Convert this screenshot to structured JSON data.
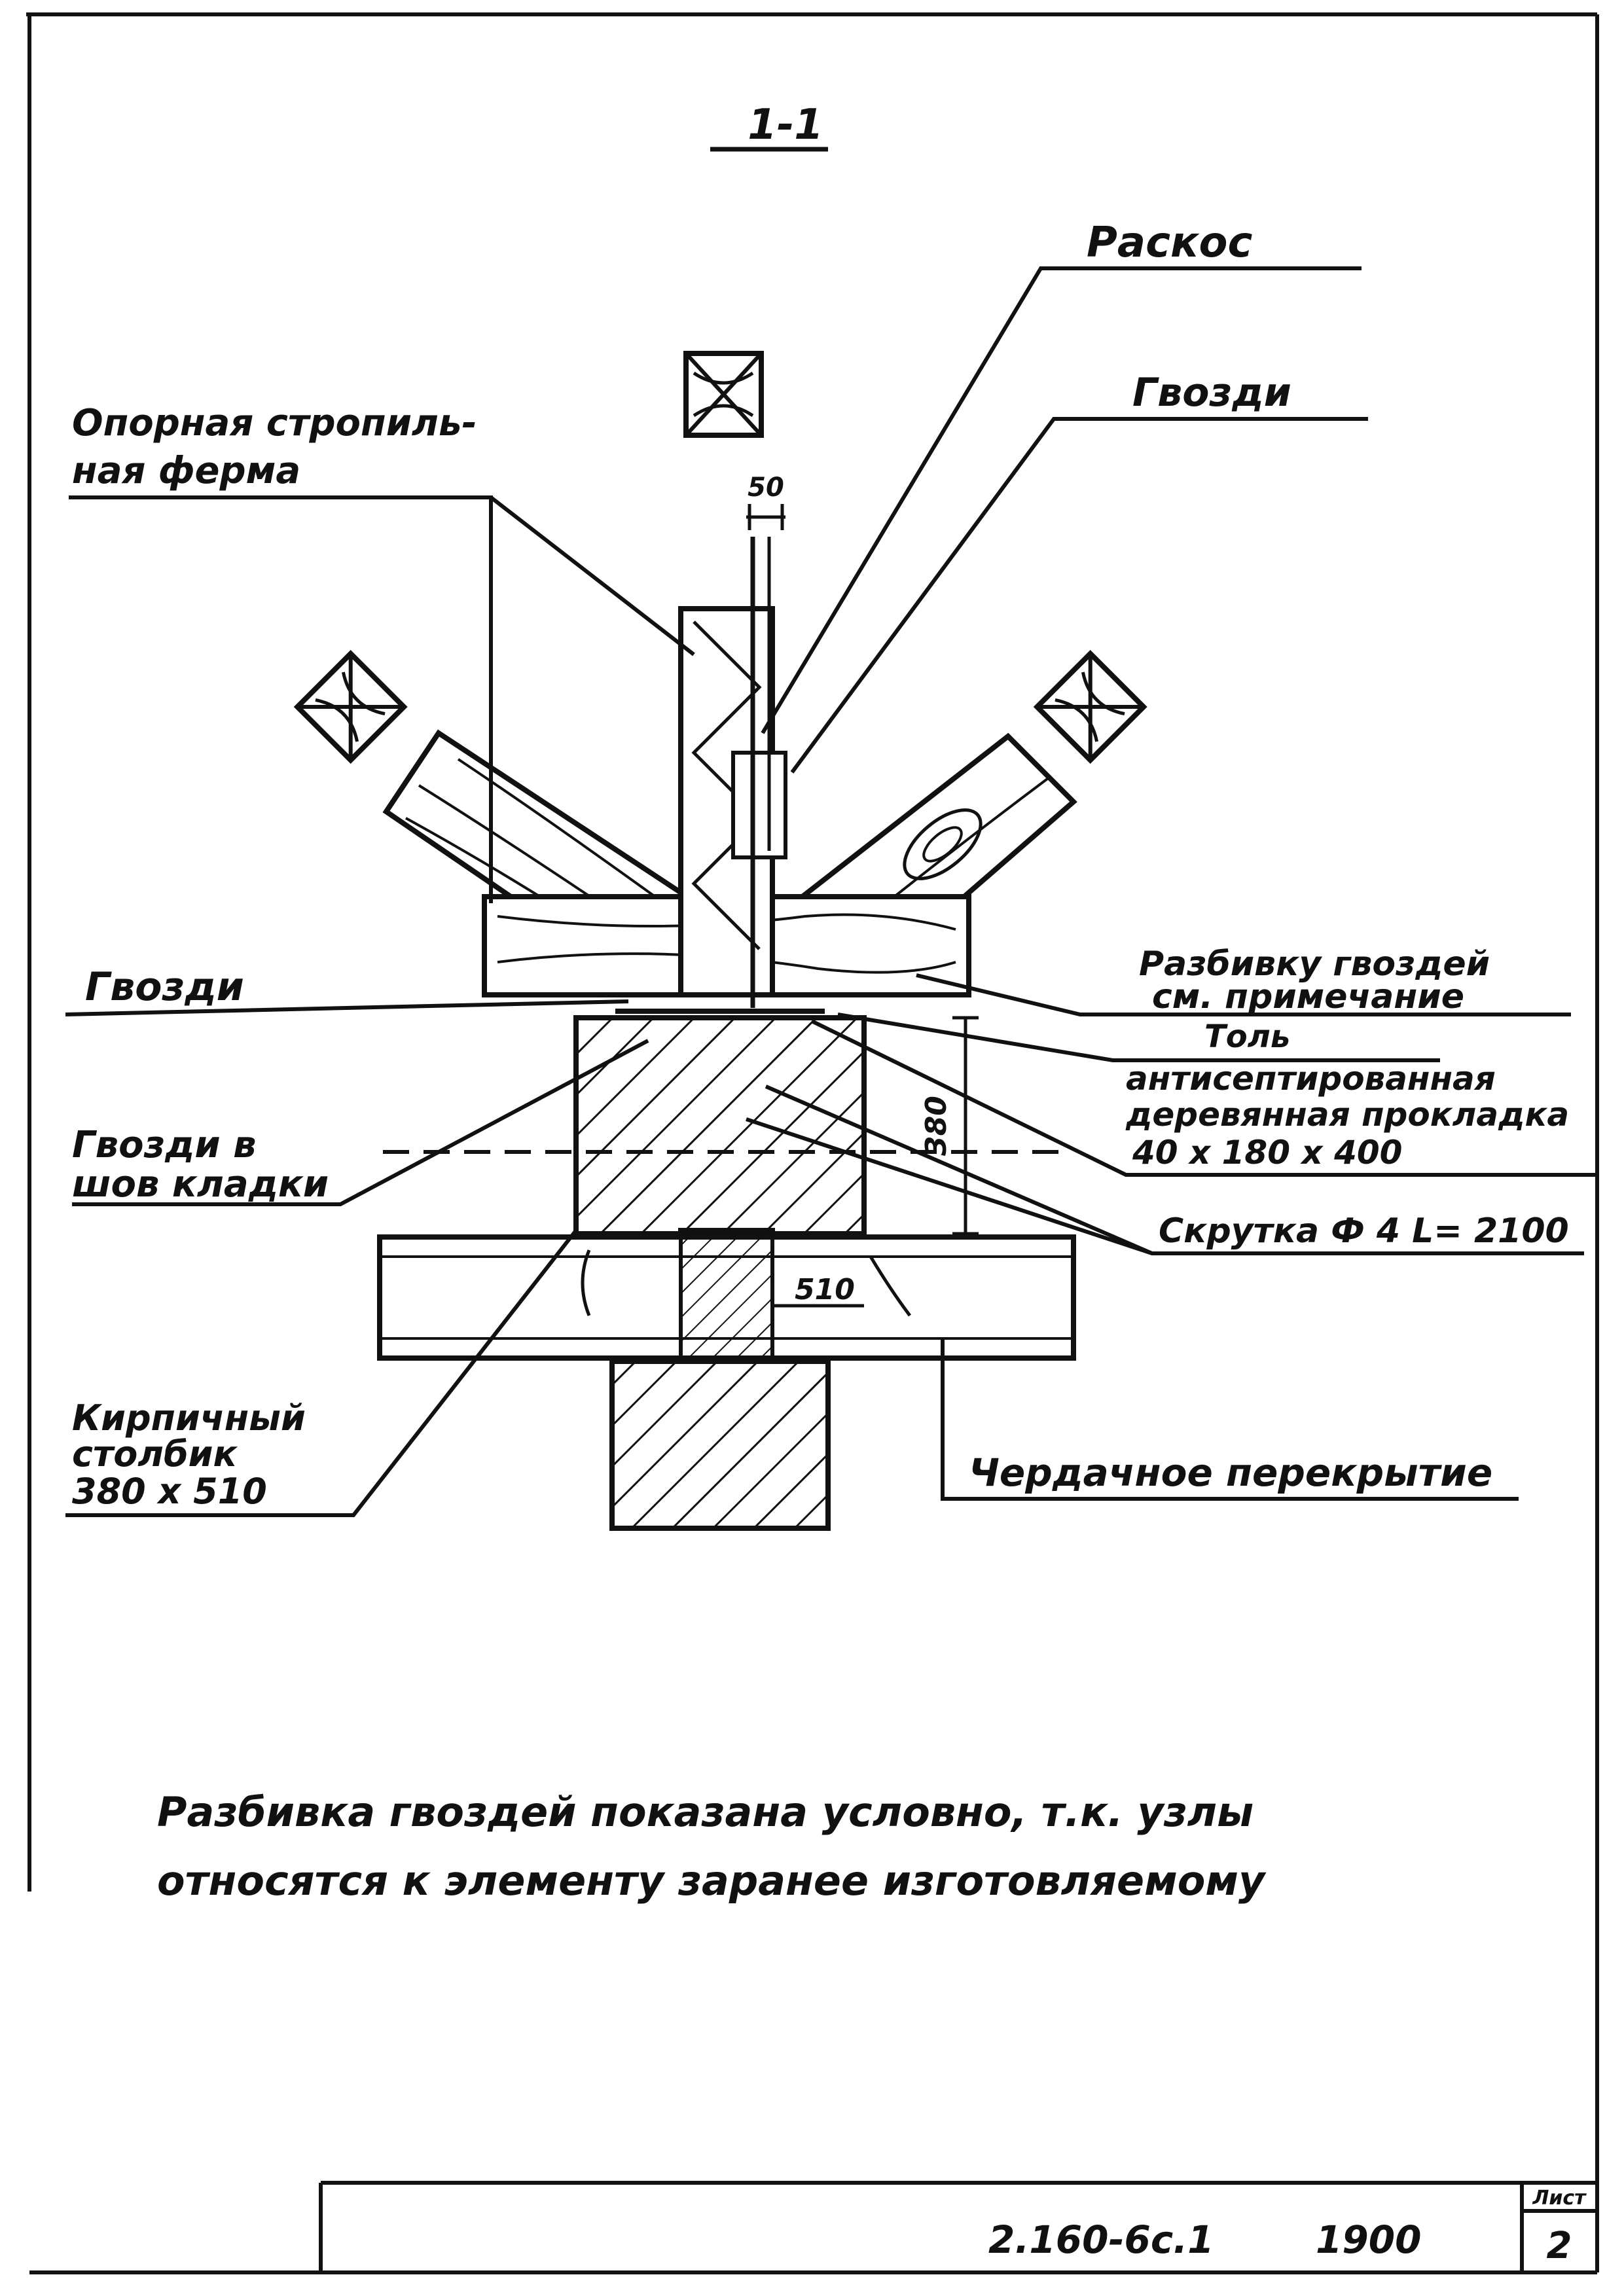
{
  "drawing": {
    "section_title": "1-1",
    "labels": {
      "raskos": "Раскос",
      "gvozdi_top": "Гвозди",
      "opornaya_line1": "Опорная стропиль-",
      "opornaya_line2": "ная  ферма",
      "gvozdi_left": "Гвозди",
      "razbivka_line1": "Разбивку гвоздей",
      "razbivka_line2": "см.  примечание",
      "tol": "Толь",
      "prokladka_line1": "антисептированная",
      "prokladka_line2": "деревянная прокладка",
      "prokladka_line3": "40 х 180 х 400",
      "gvozdi_shov_line1": "Гвозди в",
      "gvozdi_shov_line2": "шов кладки",
      "skrutka": "Скрутка Ф 4  L= 2100",
      "kirpich_line1": "Кирпичный",
      "kirpich_line2": "столбик",
      "kirpich_line3": "380 х 510",
      "cherdak": "Чердачное  перекрытие"
    },
    "dimensions": {
      "d50": "50",
      "d380": "380",
      "d510": "510"
    },
    "note_line1": "Разбивка  гвоздей   показана  условно, т.к. узлы",
    "note_line2": "относятся  к элементу  заранее   изготовляемому"
  },
  "title_block": {
    "doc_code": "2.160-6с.1",
    "number": "1900",
    "sheet_label": "Лист",
    "sheet_number": "2"
  }
}
